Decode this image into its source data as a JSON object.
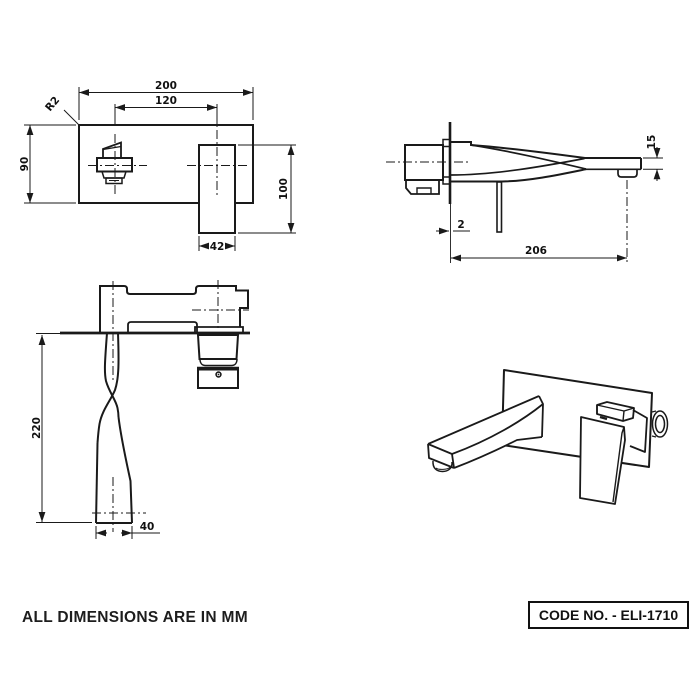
{
  "drawing": {
    "front_view": {
      "plate_width": "200",
      "handle_to_spout": "120",
      "corner_radius": "R2",
      "plate_height": "90",
      "spout_body_height": "100",
      "spout_body_width": "42"
    },
    "side_view": {
      "spout_tip_height": "15",
      "plate_thickness": "2",
      "spout_reach": "206"
    },
    "plan_view": {
      "spout_length": "220",
      "spout_tip_width": "40"
    }
  },
  "footer": {
    "note": "ALL DIMENSIONS ARE IN MM",
    "code": "CODE NO. - ELI-1710"
  },
  "colors": {
    "line": "#1a1a1a",
    "background": "#ffffff"
  }
}
